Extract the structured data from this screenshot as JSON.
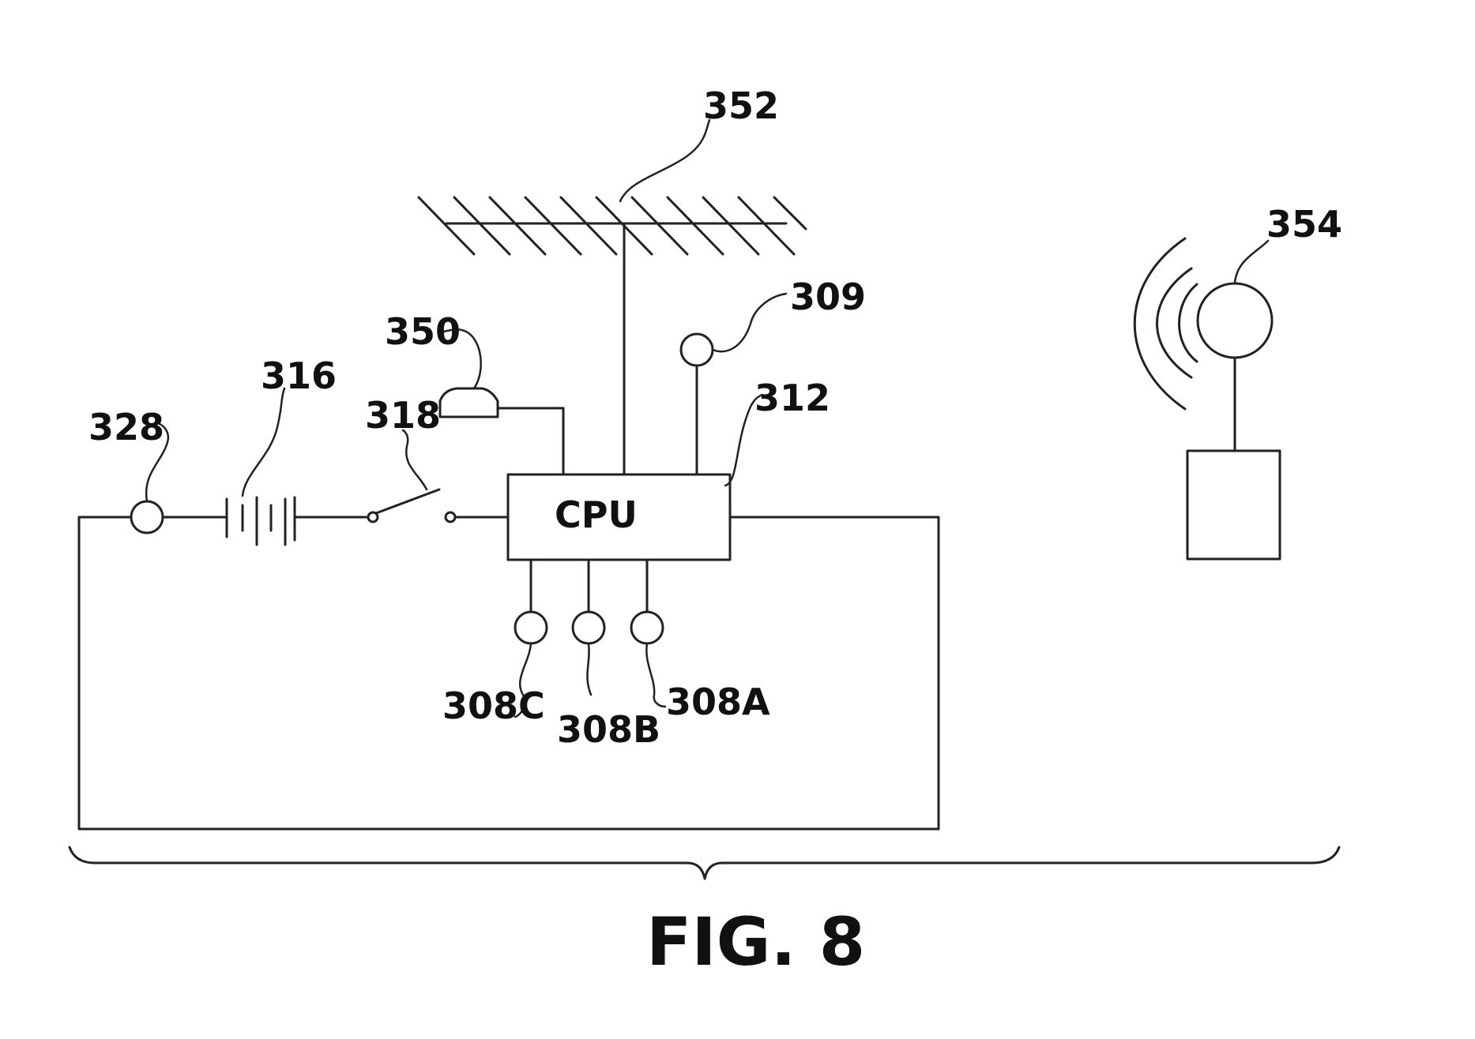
{
  "figure": {
    "caption": "FIG. 8",
    "labels": {
      "ceiling": "352",
      "remote_unit": "354",
      "sensor_top": "309",
      "camera": "350",
      "cpu_box": "312",
      "battery": "316",
      "switch": "318",
      "indicator": "328",
      "sensor_c": "308C",
      "sensor_b": "308B",
      "sensor_a": "308A"
    },
    "cpu_text": "CPU"
  },
  "colors": {
    "line": "#222222",
    "background": "#ffffff"
  }
}
